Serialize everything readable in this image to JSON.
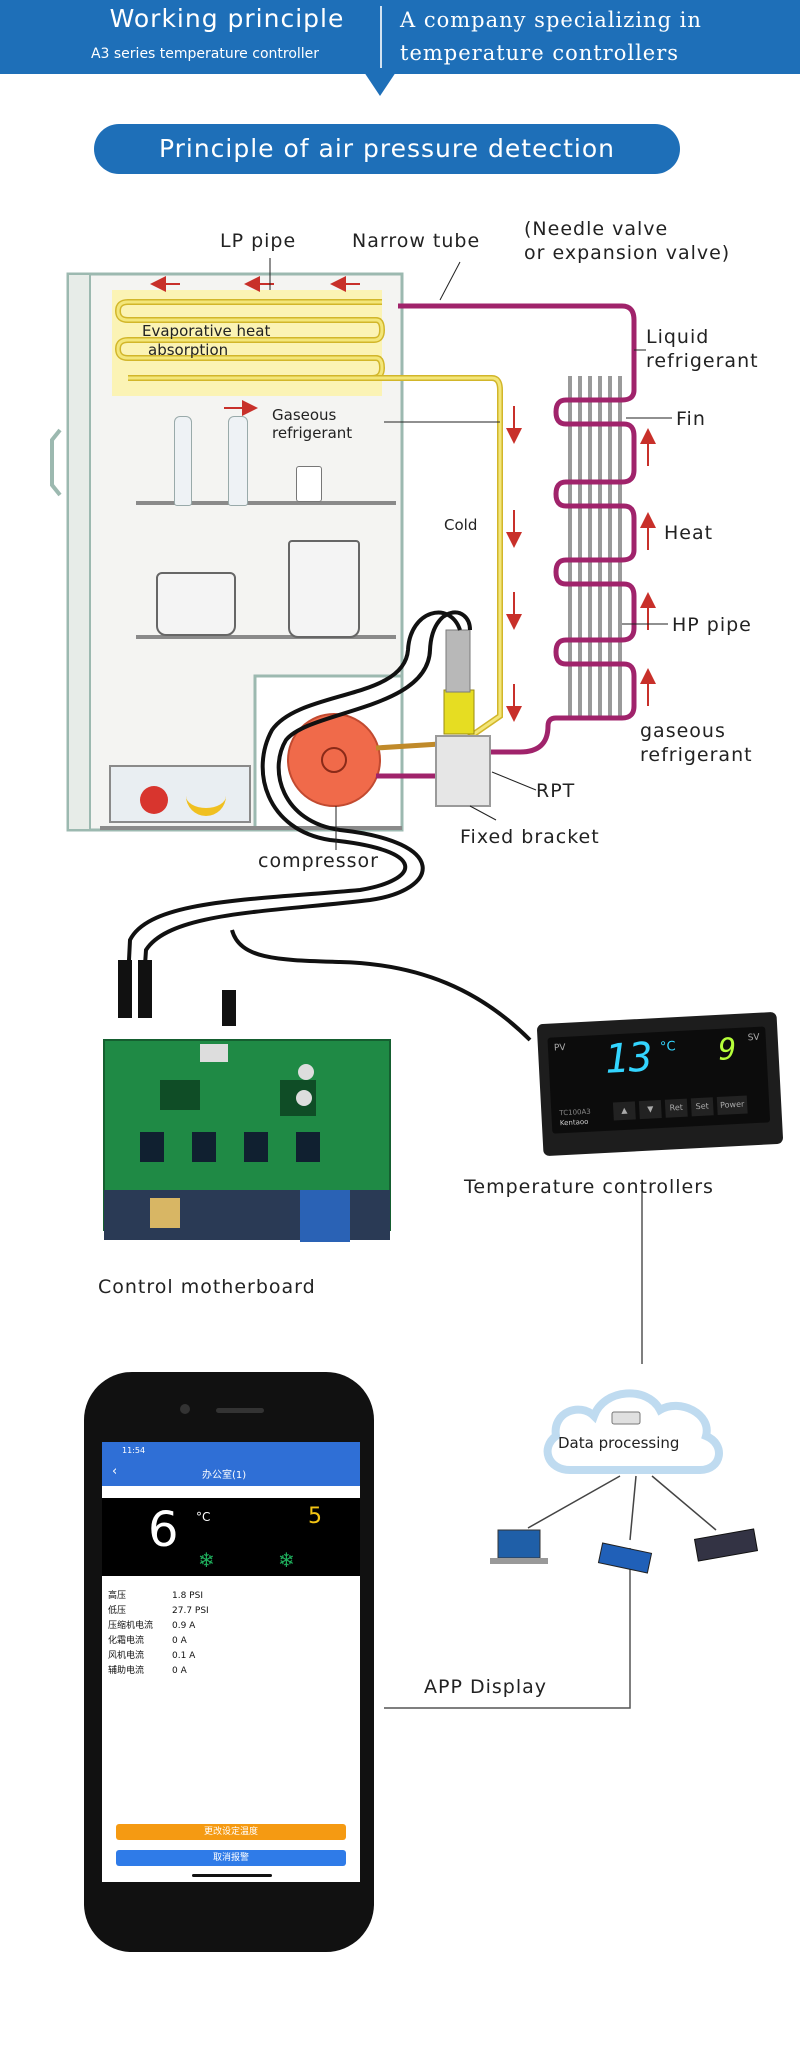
{
  "header": {
    "title": "Working principle",
    "subtitle": "A3 series temperature controller",
    "tagline_line1": "A company specializing in",
    "tagline_line2": "temperature controllers"
  },
  "section_title": "Principle of air pressure detection",
  "diagram": {
    "lp_pipe": "LP pipe",
    "narrow_tube": "Narrow tube",
    "valve_line1": "(Needle valve",
    "valve_line2": "or expansion valve)",
    "evap_line1": "Evaporative heat",
    "evap_line2": "absorption",
    "gaseous_line1": "Gaseous",
    "gaseous_line2": "refrigerant",
    "cold": "Cold",
    "liquid_line1": "Liquid",
    "liquid_line2": "refrigerant",
    "fin": "Fin",
    "heat": "Heat",
    "hp_pipe": "HP pipe",
    "gaseous2_line1": "gaseous",
    "gaseous2_line2": "refrigerant",
    "rpt": "RPT",
    "fixed_bracket": "Fixed bracket",
    "compressor": "compressor",
    "control_motherboard": "Control motherboard",
    "temperature_controllers": "Temperature controllers",
    "data_processing": "Data processing",
    "app_display": "APP Display"
  },
  "controller": {
    "pv_label": "PV",
    "sv_label": "SV",
    "pv_value": "13",
    "pv_unit": "°C",
    "sv_value": "9",
    "model": "TC100A3",
    "brand": "Kentaoo",
    "buttons": [
      "▲",
      "▼",
      "Ret",
      "Set",
      "Power"
    ]
  },
  "phone": {
    "time": "11:54",
    "title": "办公室(1)",
    "back": "‹",
    "temp_value": "6",
    "temp_unit": "°C",
    "set_value": "5",
    "readings": [
      {
        "label": "高压",
        "value": "1.8 PSI"
      },
      {
        "label": "低压",
        "value": "27.7 PSI"
      },
      {
        "label": "压缩机电流",
        "value": "0.9 A"
      },
      {
        "label": "化霜电流",
        "value": "0 A"
      },
      {
        "label": "风机电流",
        "value": "0.1 A"
      },
      {
        "label": "辅助电流",
        "value": "0 A"
      }
    ],
    "btn_change_setpoint": "更改设定温度",
    "btn_cancel_alarm": "取消报警",
    "colors": {
      "header": "#2f6fd6",
      "orange": "#f59a12",
      "blue": "#2f7be8",
      "setpoint": "#f3c414",
      "snow": "#1fae5c"
    }
  },
  "colors": {
    "brand_blue": "#1e6fb8",
    "lp_pipe": "#f0e06a",
    "hp_pipe": "#a0236b",
    "evap_box": "#fbf3b5",
    "arrow_red": "#c8302a",
    "compressor": "#f06a4a",
    "pcb": "#1f8a45"
  }
}
